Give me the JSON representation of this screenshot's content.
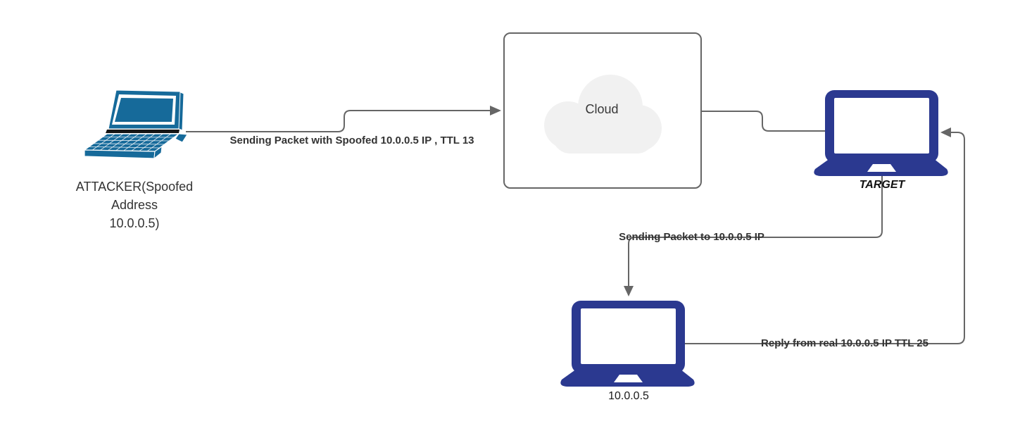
{
  "diagram": {
    "type": "network-flow-diagram",
    "nodes": {
      "attacker": {
        "label_lines": [
          "ATTACKER(Spoofed",
          "Address",
          "10.0.0.5)"
        ],
        "icon": "laptop-3d-teal"
      },
      "cloud": {
        "label": "Cloud",
        "icon": "cloud"
      },
      "target": {
        "label": "TARGET",
        "icon": "laptop-front-navy"
      },
      "real_host": {
        "label": "10.0.0.5",
        "icon": "laptop-front-navy"
      }
    },
    "edges": {
      "attacker_to_cloud": {
        "from": "attacker",
        "to": "cloud",
        "label": "Sending Packet with Spoofed 10.0.0.5 IP , TTL 13",
        "arrow": "into-cloud"
      },
      "cloud_to_target": {
        "from": "cloud",
        "to": "target",
        "label": ""
      },
      "target_to_host": {
        "from": "target",
        "to": "real_host",
        "label": "Sending Packet to 10.0.0.5 IP",
        "arrow": "down-into-host"
      },
      "host_to_target": {
        "from": "real_host",
        "to": "target",
        "label": "Reply from real 10.0.0.5 IP TTL 25",
        "arrow": "left-into-target"
      }
    },
    "colors": {
      "connector": "#666666",
      "laptop_navy": "#2b3990",
      "laptop_teal": "#166a9a",
      "cloud_fill": "#f1f1f1",
      "box_border": "#666666",
      "label_text": "#333333",
      "background": "#ffffff"
    }
  }
}
